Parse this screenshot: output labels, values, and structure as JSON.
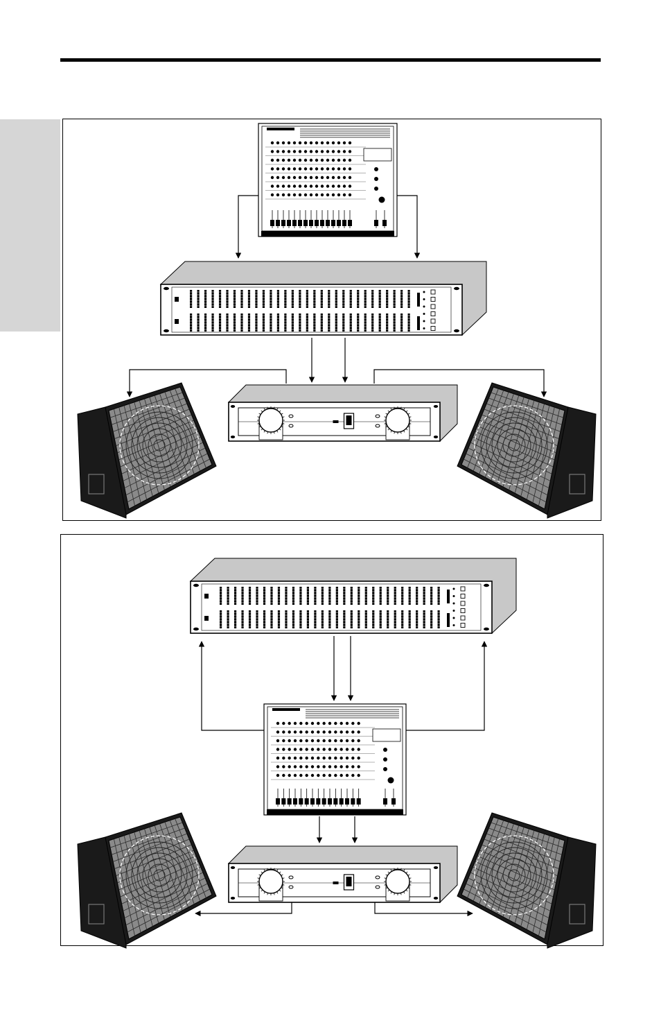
{
  "colors": {
    "ink": "#000000",
    "paper": "#ffffff",
    "tab_gray": "#d6d6d6",
    "device_gray": "#c8c8c8",
    "cabinet_dark": "#1a1a1a",
    "grille_gray": "#8a8a8a"
  },
  "diagrams": [
    {
      "id": "setup-1",
      "devices": [
        "mixer",
        "graphic-equalizer",
        "power-amplifier",
        "speaker-left",
        "speaker-right"
      ],
      "signal_chain": [
        "mixer-to-equalizer",
        "equalizer-to-amplifier",
        "amplifier-to-speakers"
      ]
    },
    {
      "id": "setup-2",
      "devices": [
        "graphic-equalizer",
        "mixer",
        "power-amplifier",
        "speaker-left",
        "speaker-right"
      ],
      "signal_chain": [
        "equalizer-to-mixer",
        "mixer-to-equalizer",
        "mixer-to-amplifier",
        "amplifier-to-speakers"
      ]
    }
  ]
}
